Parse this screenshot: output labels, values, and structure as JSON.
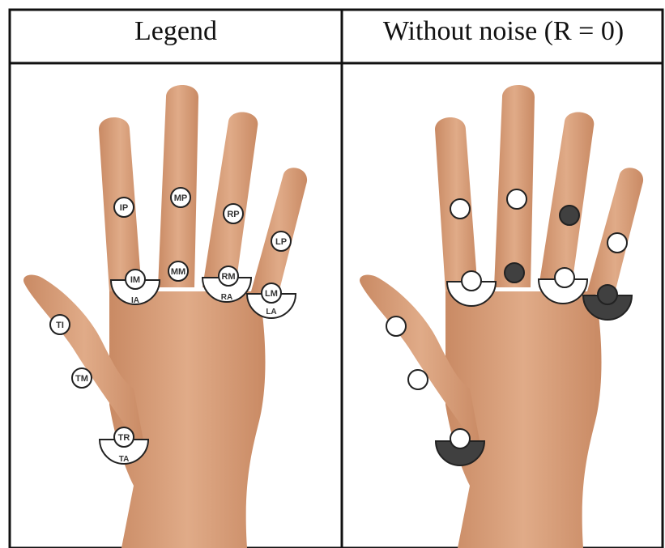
{
  "headers": {
    "left": "Legend",
    "right": "Without noise (R = 0)"
  },
  "colors": {
    "skin": "#d9a27f",
    "skin_dark": "#b87a56",
    "marker_white": "#ffffff",
    "marker_dark": "#404040",
    "outline": "#222222"
  },
  "legend_labels": {
    "IP": "IP",
    "MP": "MP",
    "RP": "RP",
    "LP": "LP",
    "IM": "IM",
    "MM": "MM",
    "RM": "RM",
    "LM": "LM",
    "IA": "IA",
    "RA": "RA",
    "LA": "LA",
    "TI": "TI",
    "TM": "TM",
    "TR": "TR",
    "TA": "TA"
  },
  "sensor_states": {
    "IP": "white",
    "MP": "white",
    "RP": "dark",
    "LP": "white",
    "IM": "white",
    "IA": "white",
    "MM": "dark",
    "RM": "white",
    "RA": "white",
    "LM": "dark",
    "LA": "dark",
    "TI": "white",
    "TM": "white",
    "TR": "white",
    "TA": "dark"
  }
}
